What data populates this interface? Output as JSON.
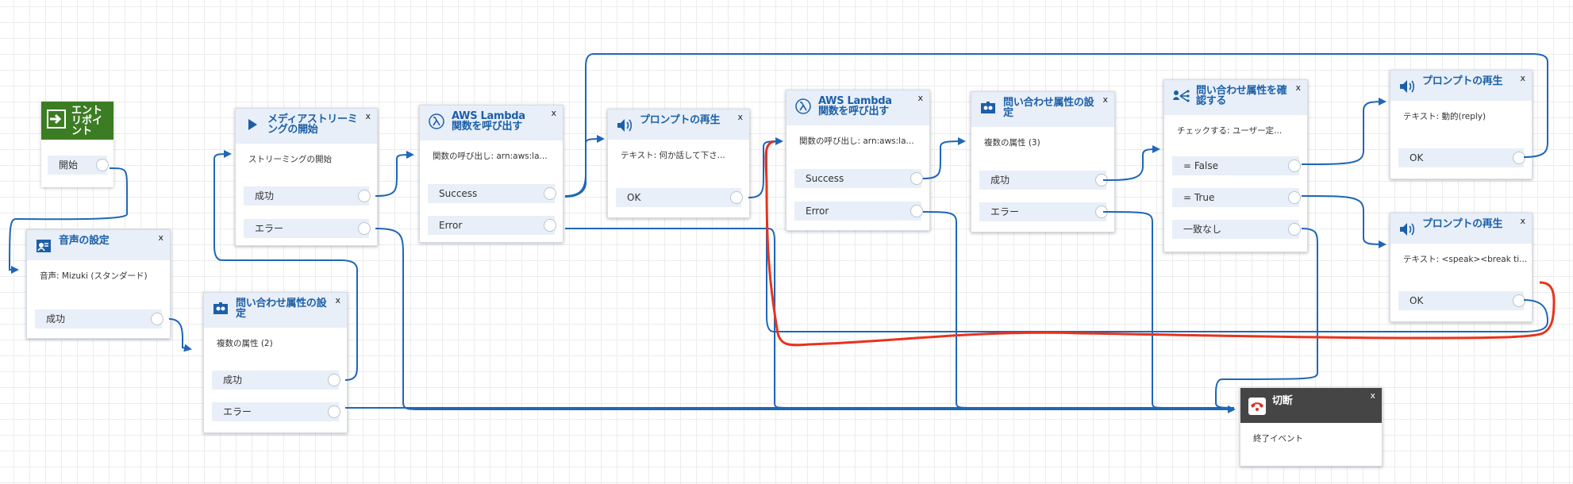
{
  "entry": {
    "title": "エントリポイント",
    "branch": "開始"
  },
  "blocks": {
    "voice": {
      "title": "音声の設定",
      "desc": "音声: Mizuki (スタンダード)",
      "branches": [
        "成功"
      ]
    },
    "media": {
      "title": "メディアストリーミングの開始",
      "desc": "ストリーミングの開始",
      "branches": [
        "成功",
        "エラー"
      ]
    },
    "attr1": {
      "title": "問い合わせ属性の設定",
      "desc": "複数の属性 (2)",
      "branches": [
        "成功",
        "エラー"
      ]
    },
    "lambda1": {
      "title": "AWS Lambda 関数を呼び出す",
      "desc": "関数の呼び出し: arn:aws:la...",
      "branches": [
        "Success",
        "Error"
      ]
    },
    "prompt1": {
      "title": "プロンプトの再生",
      "desc": "テキスト: 何か話して下さ...",
      "branches": [
        "OK"
      ]
    },
    "lambda2": {
      "title": "AWS Lambda 関数を呼び出す",
      "desc": "関数の呼び出し: arn:aws:la...",
      "branches": [
        "Success",
        "Error"
      ]
    },
    "attr2": {
      "title": "問い合わせ属性の設定",
      "desc": "複数の属性 (3)",
      "branches": [
        "成功",
        "エラー"
      ]
    },
    "check": {
      "title": "問い合わせ属性を確認する",
      "desc": "チェックする: ユーザー定...",
      "branches": [
        "= False",
        "= True",
        "一致なし"
      ]
    },
    "prompt2": {
      "title": "プロンプトの再生",
      "desc": "テキスト: 動的(reply)",
      "branches": [
        "OK"
      ]
    },
    "prompt3": {
      "title": "プロンプトの再生",
      "desc": "テキスト: <speak><break ti...",
      "branches": [
        "OK"
      ]
    },
    "disconnect": {
      "title": "切断",
      "desc": "終了イベント",
      "branches": []
    }
  },
  "close_label": "x",
  "colors": {
    "wire": "#1f66b8",
    "highlight": "#e8331c",
    "block_header": "#e8eff8",
    "title": "#1c5fa8",
    "entry": "#3c7d23",
    "disconnect": "#454545"
  },
  "icons": {
    "entry": "enter-arrow-icon",
    "voice": "voice-settings-icon",
    "media": "play-icon",
    "attr": "contact-card-icon",
    "lambda": "lambda-icon",
    "prompt": "speaker-icon",
    "check": "branch-check-icon",
    "disconnect": "hangup-phone-icon"
  }
}
